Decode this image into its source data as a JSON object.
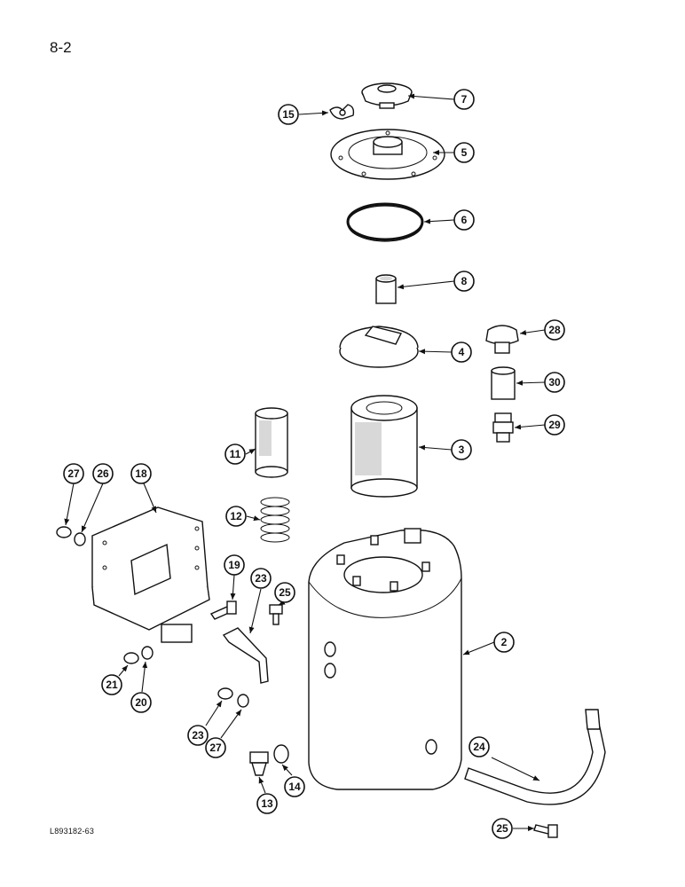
{
  "page": {
    "number": "8-2",
    "figure_code": "L893182-63"
  },
  "callouts": {
    "c7": "7",
    "c15": "15",
    "c5": "5",
    "c6": "6",
    "c8": "8",
    "c28": "28",
    "c4": "4",
    "c30": "30",
    "c29": "29",
    "c11": "11",
    "c3": "3",
    "c27a": "27",
    "c26": "26",
    "c18": "18",
    "c12": "12",
    "c19": "19",
    "c23a": "23",
    "c25a": "25",
    "c2": "2",
    "c21": "21",
    "c20": "20",
    "c23b": "23",
    "c27b": "27",
    "c24": "24",
    "c14": "14",
    "c13": "13",
    "c25b": "25"
  }
}
